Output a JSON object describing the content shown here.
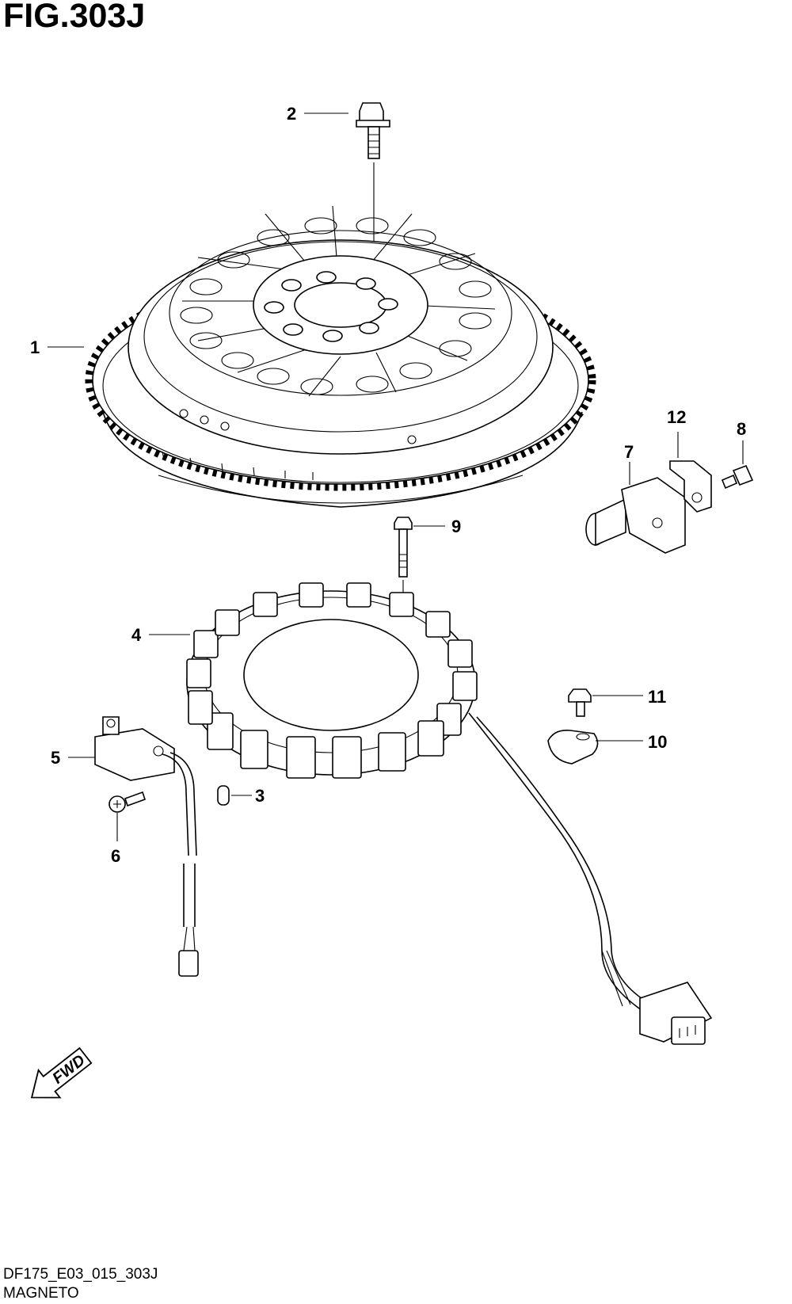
{
  "header": {
    "figure_label": "FIG.303J"
  },
  "footer": {
    "diagram_code": "DF175_E03_015_303J",
    "section_name": "MAGNETO"
  },
  "callouts": [
    "1",
    "2",
    "3",
    "4",
    "5",
    "6",
    "7",
    "8",
    "9",
    "10",
    "11",
    "12"
  ],
  "fwd_label": "FWD"
}
